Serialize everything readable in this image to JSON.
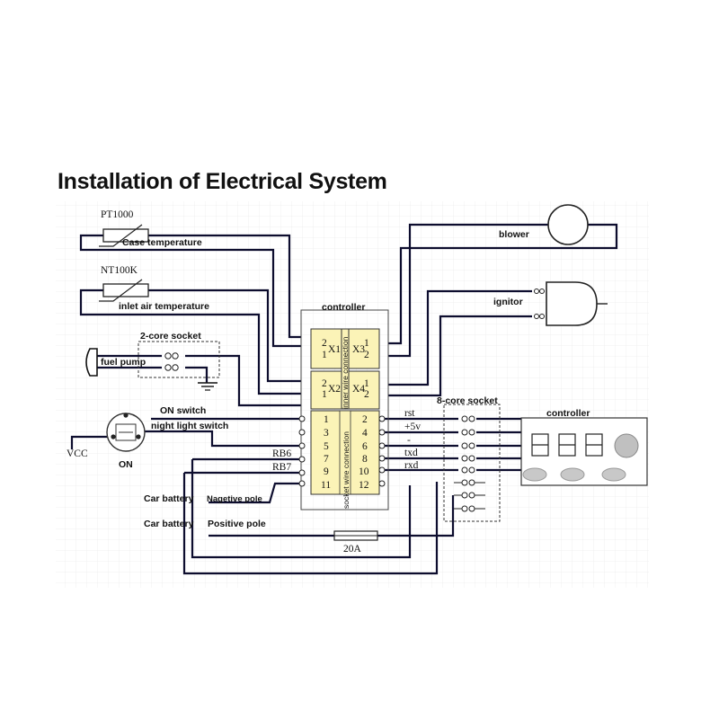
{
  "title": "Installation of Electrical System",
  "sensors": {
    "pt_name": "PT1000",
    "pt_desc": "Case temperature",
    "nt_name": "NT100K",
    "nt_desc": "inlet air temperature"
  },
  "two_core_socket": "2-core socket",
  "fuel_pump": "fuel pump",
  "switch": {
    "on_switch": "ON switch",
    "night_light": "night light switch",
    "vcc": "VCC",
    "on": "ON"
  },
  "rb_labels": [
    "RB6",
    "RB7"
  ],
  "battery": {
    "neg_prefix": "Car battery",
    "neg_pole": "Nagetive pole",
    "pos_prefix": "Car battery",
    "pos_pole": "Positive pole"
  },
  "fuse": "20A",
  "controller_block": {
    "title": "controller",
    "inner_label": "inner wire connection",
    "socket_label": "socket wire connection",
    "x_labels": [
      "X1",
      "X3",
      "X2",
      "X4"
    ],
    "relay_pins": [
      "2",
      "1",
      "1",
      "2",
      "2",
      "1",
      "1",
      "2"
    ],
    "left_pins": [
      "1",
      "3",
      "5",
      "7",
      "9",
      "11"
    ],
    "right_pins": [
      "2",
      "4",
      "6",
      "8",
      "10",
      "12"
    ]
  },
  "eight_core_socket": "8-core socket",
  "signals": [
    "rst",
    "+5v",
    "-",
    "txd",
    "rxd"
  ],
  "blower": "blower",
  "ignitor": "ignitor",
  "controller_panel": {
    "title": "controller"
  }
}
